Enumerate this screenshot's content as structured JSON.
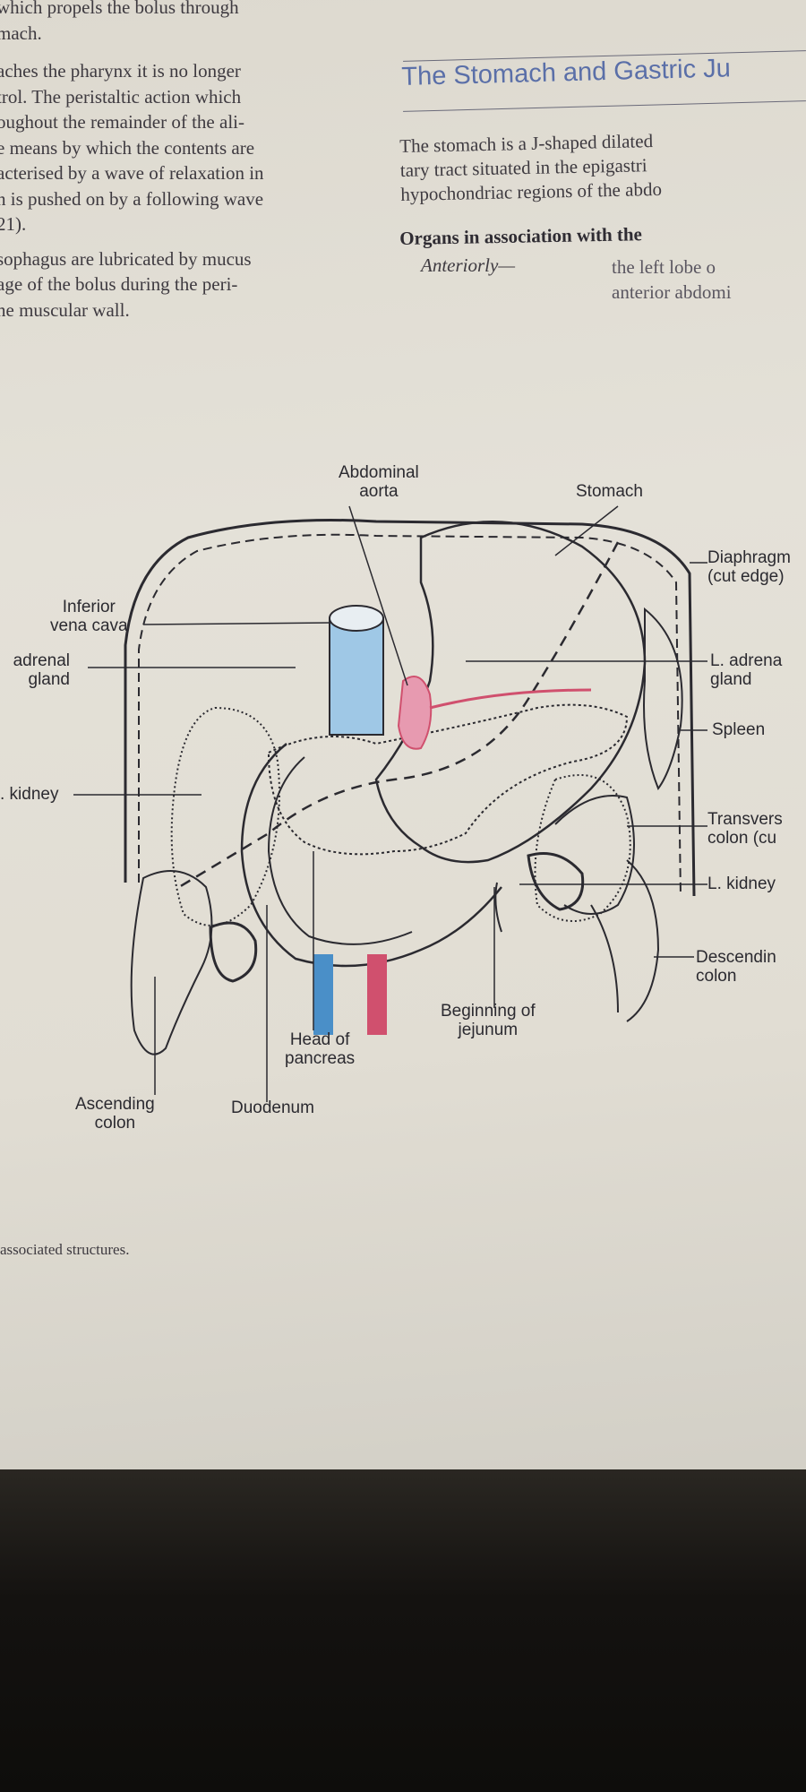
{
  "left_column": {
    "paragraphs": [
      [
        "which propels the bolus through",
        "mach."
      ],
      [
        "aches the pharynx it is no longer",
        "trol. The peristaltic action which",
        "oughout the remainder of the ali-",
        "e means by which the contents are",
        "acterised by a wave of relaxation in",
        "h is pushed on by a following wave",
        "21)."
      ],
      [
        "sophagus are lubricated by mucus",
        "age of the bolus during the peri-",
        "ne muscular wall."
      ]
    ]
  },
  "right_column": {
    "heading": "The Stomach and Gastric Ju",
    "body": [
      "The stomach is a J-shaped dilated",
      "tary tract situated in the epigastri",
      "hypochondriac regions of the abdo"
    ],
    "organs_heading": "Organs in association with the",
    "anteriorly_label": "Anteriorly—",
    "anteriorly_text": [
      "the left lobe o",
      "anterior abdomi"
    ]
  },
  "figure": {
    "labels": {
      "abdominal_aorta": [
        "Abdominal",
        "aorta"
      ],
      "stomach": "Stomach",
      "diaphragm": [
        "Diaphragm",
        "(cut edge)"
      ],
      "inferior_vena_cava": [
        "Inferior",
        "vena cava"
      ],
      "adrenal_gland_left_side": [
        "adrenal",
        "gland"
      ],
      "l_adrenal_gland": [
        "L. adrena",
        "gland"
      ],
      "spleen": "Spleen",
      "kidney_left_side": ". kidney",
      "transverse_colon": [
        "Transvers",
        "colon (cu"
      ],
      "l_kidney": "L. kidney",
      "descending_colon": [
        "Descendin",
        "colon"
      ],
      "beginning_of_jejunum": [
        "Beginning of",
        "jejunum"
      ],
      "head_of_pancreas": [
        "Head of",
        "pancreas"
      ],
      "ascending_colon": [
        "Ascending",
        "colon"
      ],
      "duodenum": "Duodenum"
    },
    "colors": {
      "artery": "#d0506e",
      "vein": "#4a8fc8",
      "line": "#2b2a30"
    }
  },
  "caption": "associated structures."
}
